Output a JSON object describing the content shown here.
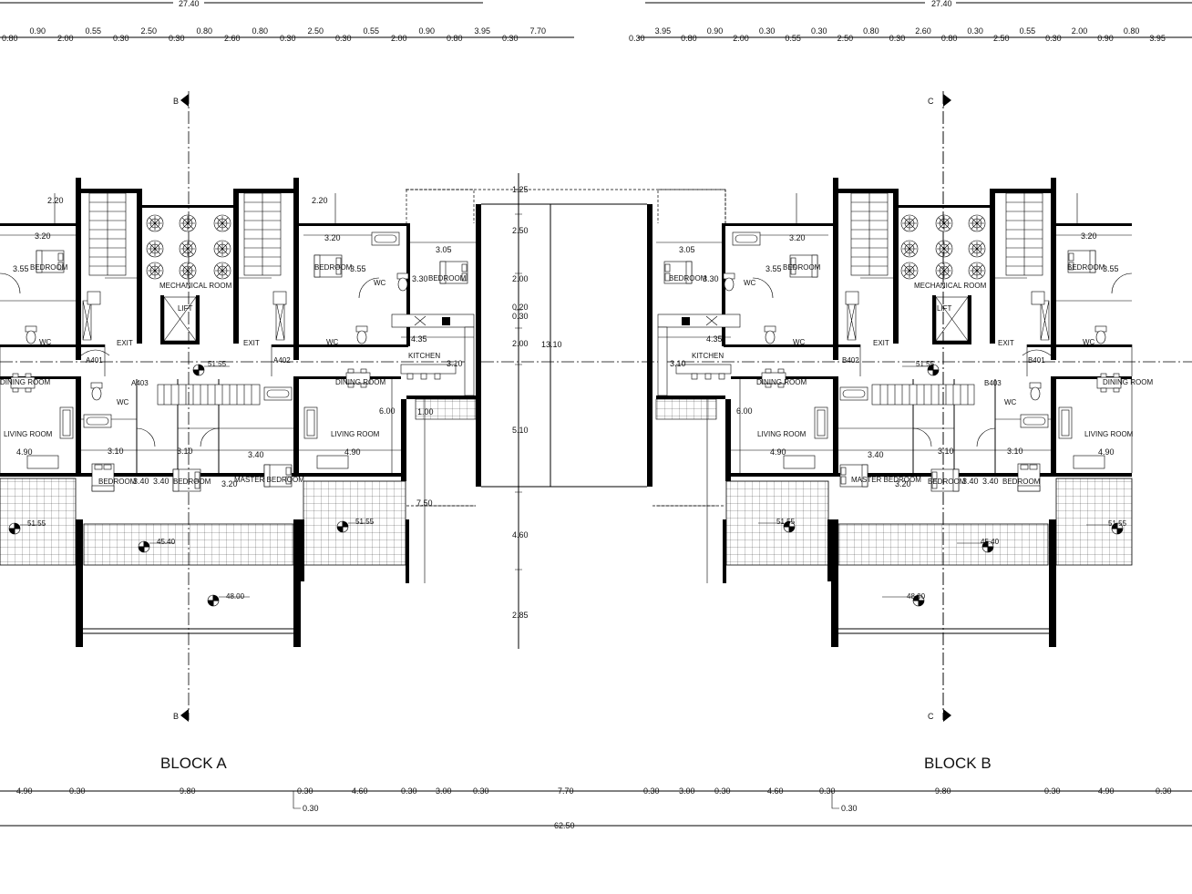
{
  "blocks": [
    {
      "label": "BLOCK A",
      "section_mark": "B",
      "rooms": {
        "bedroom_tl": "BEDROOM",
        "bedroom_tr": "BEDROOM",
        "bedroom_side": "BEDROOM",
        "mechanical": "MECHANICAL ROOM",
        "lift": "LIFT",
        "exit_l": "EXIT",
        "exit_r": "EXIT",
        "wc_l": "WC",
        "wc_r": "WC",
        "wc_side": "WC",
        "wc_center": "WC",
        "dining_l": "DINING ROOM",
        "dining_r": "DINING ROOM",
        "kitchen": "KITCHEN",
        "living_l": "LIVING ROOM",
        "living_r": "LIVING ROOM",
        "bedroom_bl": "BEDROOM",
        "bedroom_bm": "BEDROOM",
        "master": "MASTER BEDROOM"
      },
      "dims": {
        "d220_l": "2.20",
        "d220_r": "2.20",
        "d320_l": "3.20",
        "d320_r": "3.20",
        "d355_l": "3.55",
        "d355_r": "3.55",
        "d305": "3.05",
        "d330": "3.30",
        "d435": "4.35",
        "d310k": "3.10",
        "d600": "6.00",
        "d100": "1.00",
        "d490_l": "4.90",
        "d490_r": "4.90",
        "d310_a": "3.10",
        "d310_b": "3.10",
        "d340_m": "3.40",
        "d340_a": "3.40",
        "d340_b": "3.40",
        "d320_c": "3.20",
        "d750": "7.50",
        "lvl_l": "51.55",
        "lvl_r": "51.55",
        "lvl_c": "45.40",
        "lvl_ent": "48.00",
        "code_a": "A401",
        "code_b": "A403",
        "code_c": "A402",
        "lvl_int": "51.55"
      }
    },
    {
      "label": "BLOCK B",
      "section_mark": "C",
      "rooms": {
        "bedroom_tl": "BEDROOM",
        "bedroom_tr": "BEDROOM",
        "bedroom_side": "BEDROOM",
        "mechanical": "MECHANICAL ROOM",
        "lift": "LIFT",
        "exit_l": "EXIT",
        "exit_r": "EXIT",
        "wc_l": "WC",
        "wc_r": "WC",
        "wc_side": "WC",
        "wc_center": "WC",
        "dining_l": "DINING ROOM",
        "dining_r": "DINING ROOM",
        "kitchen": "KITCHEN",
        "living_l": "LIVING ROOM",
        "living_r": "LIVING ROOM",
        "bedroom_bl": "BEDROOM",
        "bedroom_bm": "BEDROOM",
        "master": "MASTER BEDROOM"
      },
      "dims": {
        "d220_l": "",
        "d220_r": "",
        "d320_l": "3.20",
        "d320_r": "3.20",
        "d355_l": "3.55",
        "d355_r": "3.55",
        "d305": "3.05",
        "d330": "3.30",
        "d435": "4.35",
        "d310k": "3.10",
        "d600": "6.00",
        "d100": "",
        "d490_l": "4.90",
        "d490_r": "4.90",
        "d310_a": "3.10",
        "d310_b": "3.10",
        "d340_m": "3.40",
        "d340_a": "3.40",
        "d340_b": "3.40",
        "d320_c": "3.20",
        "d750": "",
        "lvl_l": "51.55",
        "lvl_r": "51.55",
        "lvl_c": "45.40",
        "lvl_ent": "48.00",
        "code_a": "B402",
        "code_b": "B403",
        "code_c": "B401",
        "lvl_int": "51.55"
      }
    }
  ],
  "top_overall": {
    "left": "27.40",
    "right": "27.40"
  },
  "top_dims_left": [
    "0.80",
    "0.90",
    "2.00",
    "0.55",
    "0.30",
    "2.50",
    "0.30",
    "0.80",
    "2.60",
    "0.80",
    "0.30",
    "2.50",
    "0.30",
    "0.55",
    "2.00",
    "0.90",
    "0.80",
    "3.95",
    "0.30",
    "7.70"
  ],
  "top_dims_right": [
    "0.30",
    "3.95",
    "0.80",
    "0.90",
    "2.00",
    "0.30",
    "0.55",
    "0.30",
    "2.50",
    "0.80",
    "0.30",
    "2.60",
    "0.80",
    "0.30",
    "2.50",
    "0.55",
    "0.30",
    "2.00",
    "0.90",
    "0.80",
    "3.95"
  ],
  "center_dims": {
    "d125": "1.25",
    "d250": "2.50",
    "d200a": "2.00",
    "d020a": "0.20",
    "d030": "0.30",
    "d200b": "2.00",
    "d1310": "13.10",
    "d510": "5.10",
    "d460": "4.60",
    "d285": "2.85"
  },
  "bottom_dims": {
    "b490l": "4.90",
    "b030a": "0.30",
    "b980l": "9.80",
    "b030b": "0.30",
    "b460l": "4.60",
    "b030c": "0.30",
    "b300l": "3.00",
    "b030d": "0.30",
    "b770": "7.70",
    "b030e": "0.30",
    "b300r": "3.00",
    "b030f": "0.30",
    "b460r": "4.60",
    "b030g": "0.30",
    "b980r": "9.80",
    "b030h": "0.30",
    "b490r": "4.90",
    "b030i": "0.30",
    "callout_l": "0.30",
    "callout_r": "0.30",
    "overall": "62.50"
  }
}
